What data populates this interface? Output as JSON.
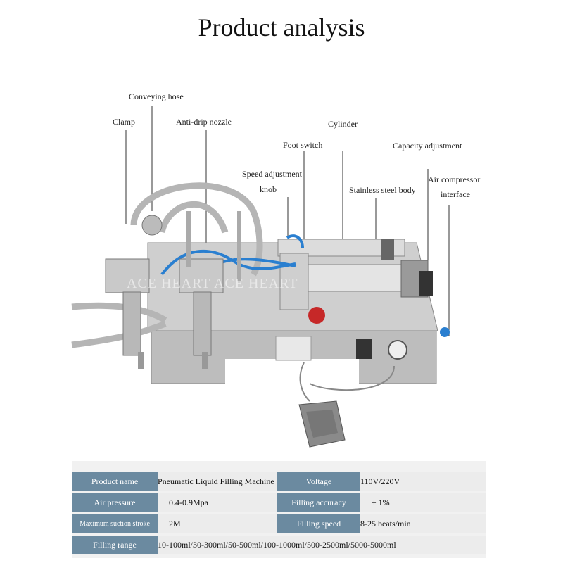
{
  "title": "Product analysis",
  "watermark": "ACE HEART ACE HEART",
  "labels": {
    "conveying_hose": "Conveying hose",
    "clamp": "Clamp",
    "anti_drip_nozzle": "Anti-drip nozzle",
    "cylinder": "Cylinder",
    "foot_switch": "Foot switch",
    "capacity_adjustment": "Capacity adjustment",
    "speed_adjustment_1": "Speed adjustment",
    "speed_adjustment_2": "knob",
    "stainless_steel_body": "Stainless steel body",
    "air_compressor_1": "Air compressor",
    "air_compressor_2": "interface"
  },
  "specs": {
    "product_name_k": "Product name",
    "product_name_v": "Pneumatic Liquid Filling Machine",
    "voltage_k": "Voltage",
    "voltage_v": "110V/220V",
    "air_pressure_k": "Air pressure",
    "air_pressure_v": "0.4-0.9Mpa",
    "filling_accuracy_k": "Filling accuracy",
    "filling_accuracy_v": "±  1%",
    "max_suction_k": "Maximum suction stroke",
    "max_suction_v": "2M",
    "filling_speed_k": "Filling speed",
    "filling_speed_v": "8-25 beats/min",
    "filling_range_k": "Filling range",
    "filling_range_v": "10-100ml/30-300ml/50-500ml/100-1000ml/500-2500ml/5000-5000ml"
  }
}
